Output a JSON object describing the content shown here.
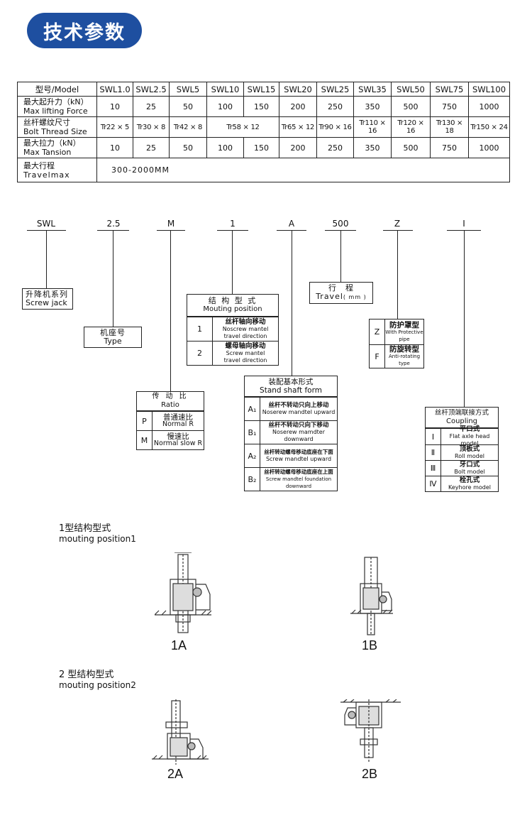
{
  "header": {
    "title": "技术参数"
  },
  "spec": {
    "head_label": "型号/Model",
    "models": [
      "SWL1.0",
      "SWL2.5",
      "SWL5",
      "SWL10",
      "SWL15",
      "SWL20",
      "SWL25",
      "SWL35",
      "SWL50",
      "SWL75",
      "SWL100"
    ],
    "lift_cn": "最大起升力（kN）",
    "lift_en": "Max lifting Force",
    "lift": [
      "10",
      "25",
      "50",
      "100",
      "150",
      "200",
      "250",
      "350",
      "500",
      "750",
      "1000"
    ],
    "thread_cn": "丝杆螺纹尺寸",
    "thread_en": "Bolt Thread Size",
    "thread": [
      "Tr22 × 5",
      "Tr30 × 8",
      "Tr42 × 8",
      "Tr58 × 12",
      "Tr65 × 12",
      "Tr90 × 16",
      "Tr110 × 16",
      "Tr120 × 16",
      "Tr130 × 18",
      "Tr150 × 24"
    ],
    "tension_cn": "最大拉力（kN）",
    "tension_en": "Max Tansion",
    "tension": [
      "10",
      "25",
      "50",
      "100",
      "150",
      "200",
      "250",
      "350",
      "500",
      "750",
      "1000"
    ],
    "travel_cn": "最大行程",
    "travel_en": "Travelmax",
    "travel": "300-2000MM"
  },
  "code": {
    "parts": [
      "SWL",
      "2.5",
      "M",
      "1",
      "A",
      "500",
      "Z",
      "I"
    ],
    "series": {
      "cn": "升降机系列",
      "en": "Screw jack"
    },
    "type": {
      "cn": "机座号",
      "en": "Type"
    },
    "travel": {
      "cn": "行　程",
      "en": "Travel",
      "unit": "( mm )"
    },
    "mounting": {
      "title_cn": "结 构 型 式",
      "title_en": "Mouting position",
      "rows": [
        {
          "code": "1",
          "cn": "丝杆轴向移动",
          "en1": "Noscrew mantel",
          "en2": "travel direction"
        },
        {
          "code": "2",
          "cn": "螺母轴向移动",
          "en1": "Screw mantel",
          "en2": "travel direction"
        }
      ]
    },
    "protect": {
      "rows": [
        {
          "code": "Z",
          "cn": "防护罩型",
          "en": "With Protective pipe"
        },
        {
          "code": "F",
          "cn": "防旋转型",
          "en": "Anti-rotating type"
        }
      ]
    },
    "ratio": {
      "title_cn": "传 动 比",
      "title_en": "Ratio",
      "rows": [
        {
          "code": "P",
          "cn": "普通速比",
          "en": "Normal R"
        },
        {
          "code": "M",
          "cn": "慢速比",
          "en": "Normal slow R"
        }
      ]
    },
    "stand": {
      "title_cn": "装配基本形式",
      "title_en": "Stand shaft form",
      "rows": [
        {
          "code": "A₁",
          "cn": "丝杆不转动只向上移动",
          "en": "Noserew mandtel upward"
        },
        {
          "code": "B₁",
          "cn": "丝杆不转动只向下移动",
          "en": "Noserew mamdter downward"
        },
        {
          "code": "A₂",
          "cn": "丝杆转动螺母移动底座在下面",
          "en": "Screw mandtel upward"
        },
        {
          "code": "B₂",
          "cn": "丝杆转动螺母移动底座在上面",
          "en": "Screw mandtel foundation downward"
        }
      ]
    },
    "coupling": {
      "title_cn": "丝杆顶端联接方式",
      "title_en": "Coupling",
      "rows": [
        {
          "code": "Ⅰ",
          "cn": "平口式",
          "en": "Flat axle head model"
        },
        {
          "code": "Ⅱ",
          "cn": "顶板式",
          "en": "Roll model"
        },
        {
          "code": "Ⅲ",
          "cn": "牙口式",
          "en": "Bolt model"
        },
        {
          "code": "Ⅳ",
          "cn": "栓孔式",
          "en": "Keyhore model"
        }
      ]
    }
  },
  "positions": {
    "p1": {
      "cn": "1型结构型式",
      "en": "mouting position1",
      "a": "1A",
      "b": "1B"
    },
    "p2": {
      "cn": "2 型结构型式",
      "en": "mouting position2",
      "a": "2A",
      "b": "2B"
    }
  }
}
